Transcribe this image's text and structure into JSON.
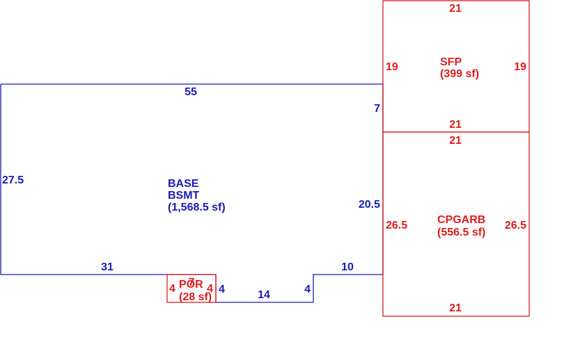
{
  "colors": {
    "base": "#1a1ab8",
    "addition": "#dd1c1c",
    "background": "#ffffff"
  },
  "areas": {
    "base": {
      "code": "BASE",
      "sub": "BSMT",
      "area": "(1,568.5 sf)"
    },
    "sfp": {
      "code": "SFP",
      "area": "(399 sf)"
    },
    "cpgarb": {
      "code": "CPGARB",
      "area": "(556.5 sf)"
    },
    "por": {
      "code": "POR",
      "area": "(28 sf)"
    }
  },
  "dims": {
    "base_top": "55",
    "base_left": "27.5",
    "base_right_upper": "7",
    "base_right_lower": "20.5",
    "base_bottom_left": "31",
    "base_bottom_right": "10",
    "notch_left": "4",
    "notch_bottom": "14",
    "notch_right": "4",
    "sfp_top": "21",
    "sfp_left": "19",
    "sfp_right": "19",
    "sfp_bottom": "21",
    "cpg_top": "21",
    "cpg_left": "26.5",
    "cpg_right": "26.5",
    "cpg_bottom": "21",
    "por_left": "4",
    "por_top": "7",
    "por_right": "4"
  }
}
